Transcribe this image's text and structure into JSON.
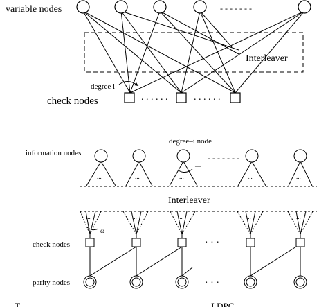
{
  "top_diagram": {
    "variable_nodes_label": "variable nodes",
    "interleaver_label": "Interleaver",
    "degree_label": "degree i",
    "check_nodes_label": "check nodes",
    "dots_top": "- - - - - - -",
    "dots_bottom": ". . . . . ."
  },
  "bottom_diagram": {
    "information_nodes_label": "information nodes",
    "degree_node_label": "degree–i node",
    "interleaver_label": "Interleaver",
    "check_nodes_label": "check  nodes",
    "parity_nodes_label": "parity nodes",
    "ellipsis_info": "- - - - - - -",
    "ellipsis_check": "· · ·",
    "ellipsis_parity": "· · ·",
    "small_dots": "...",
    "edge_mark_small": "—",
    "edge_mark_check": "ω"
  },
  "caption_fragment": "... . T ... ... ... ... ... ... ... ... . ... . . ... ... ... ... . ... ... ... ... ... ... LDPC ... ... ..."
}
